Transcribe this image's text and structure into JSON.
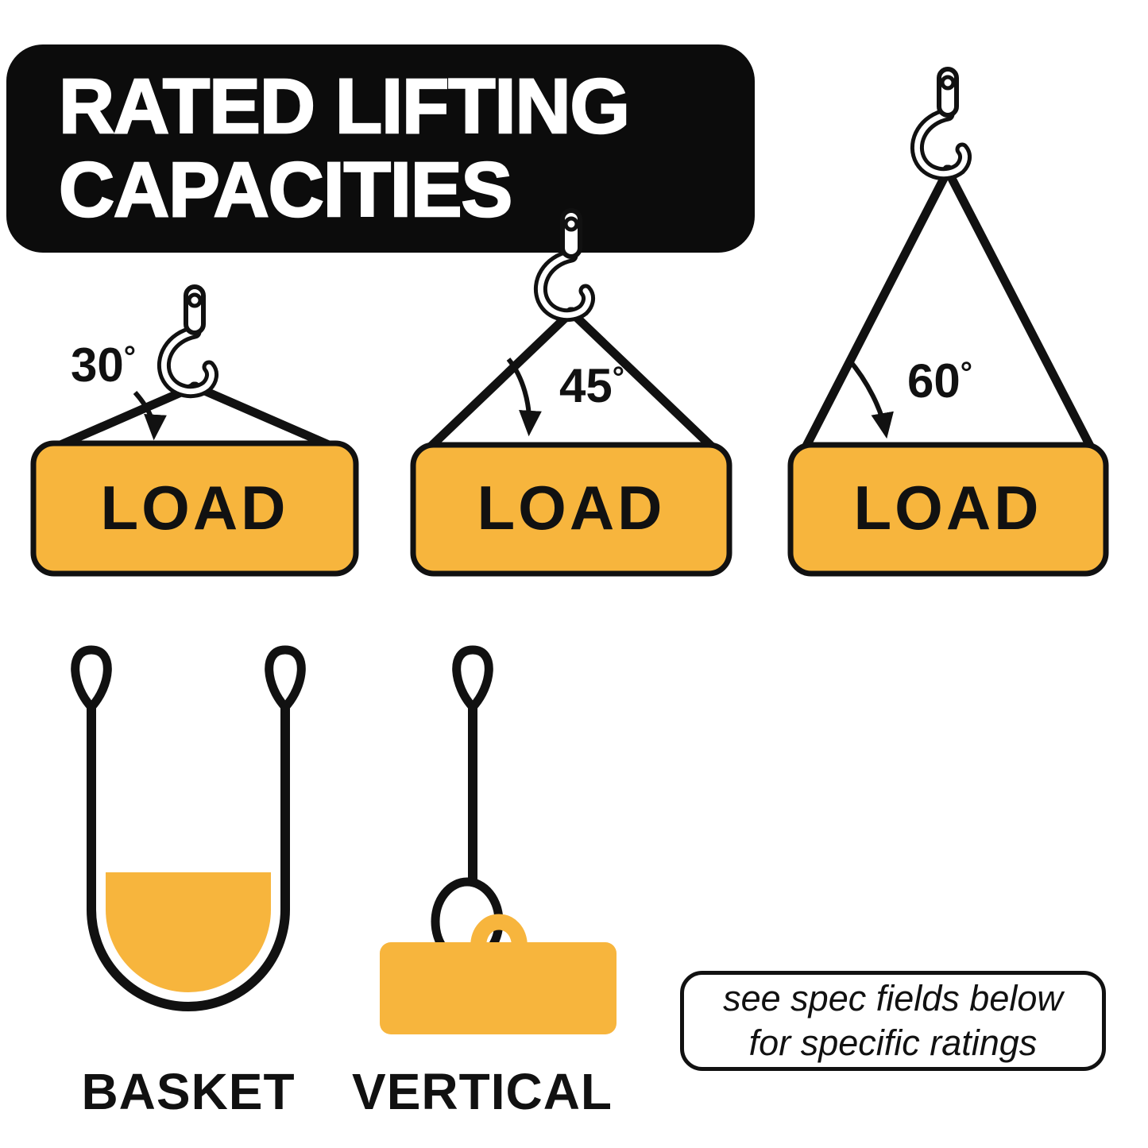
{
  "title": {
    "line1": "RATED LIFTING",
    "line2": "CAPACITIES"
  },
  "colors": {
    "accent": "#F7B53D",
    "ink": "#111111",
    "background": "#FFFFFF"
  },
  "sling_diagrams": [
    {
      "angle": "30",
      "degree_symbol": "°",
      "load_label": "LOAD"
    },
    {
      "angle": "45",
      "degree_symbol": "°",
      "load_label": "LOAD"
    },
    {
      "angle": "60",
      "degree_symbol": "°",
      "load_label": "LOAD"
    }
  ],
  "hitch_diagrams": [
    {
      "label": "BASKET"
    },
    {
      "label": "VERTICAL"
    }
  ],
  "note": {
    "line1": "see spec fields below",
    "line2": "for specific ratings"
  }
}
